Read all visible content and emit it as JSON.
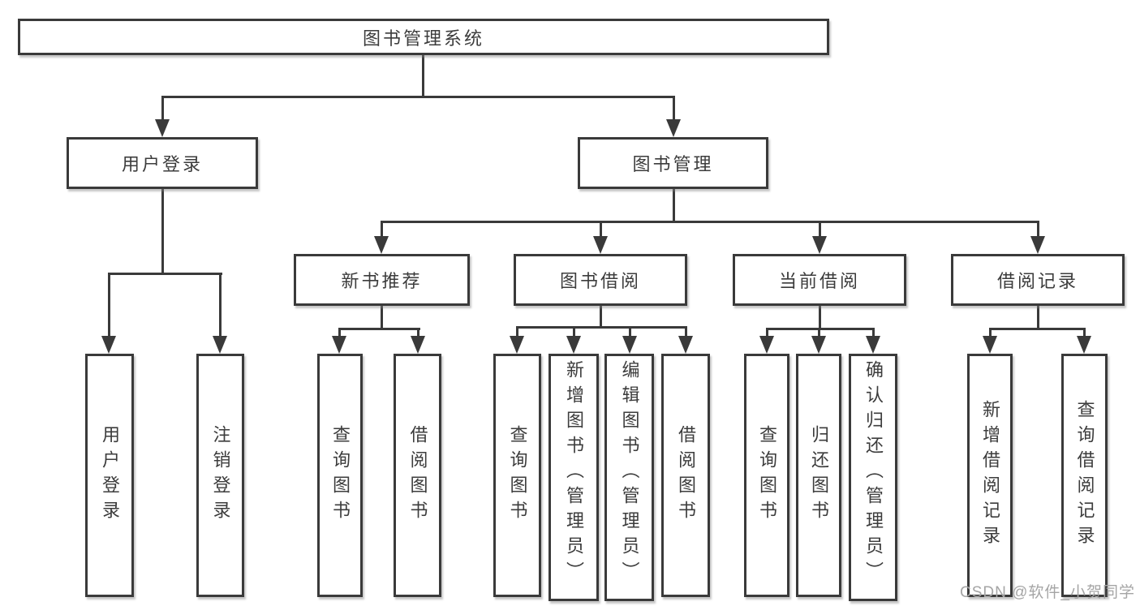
{
  "diagram": {
    "type": "hierarchy",
    "nodes": {
      "root": "图书管理系统",
      "user_login": "用户登录",
      "book_mgmt": "图书管理",
      "login": "用户登录",
      "logout": "注销登录",
      "new_books": "新书推荐",
      "nb_query": "查询图书",
      "nb_borrow": "借阅图书",
      "borrowing": "图书借阅",
      "bb_query": "查询图书",
      "bb_add": "新增图书（管理员）",
      "bb_edit": "编辑图书（管理员）",
      "bb_borrow": "借阅图书",
      "current": "当前借阅",
      "cur_query": "查询图书",
      "cur_return": "归还图书",
      "cur_confirm": "确认归还（管理员）",
      "records": "借阅记录",
      "rec_add": "新增借阅记录",
      "rec_query": "查询借阅记录"
    },
    "edges": [
      [
        "root",
        "user_login"
      ],
      [
        "root",
        "book_mgmt"
      ],
      [
        "user_login",
        "login"
      ],
      [
        "user_login",
        "logout"
      ],
      [
        "book_mgmt",
        "new_books"
      ],
      [
        "book_mgmt",
        "borrowing"
      ],
      [
        "book_mgmt",
        "current"
      ],
      [
        "book_mgmt",
        "records"
      ],
      [
        "new_books",
        "nb_query"
      ],
      [
        "new_books",
        "nb_borrow"
      ],
      [
        "borrowing",
        "bb_query"
      ],
      [
        "borrowing",
        "bb_add"
      ],
      [
        "borrowing",
        "bb_edit"
      ],
      [
        "borrowing",
        "bb_borrow"
      ],
      [
        "current",
        "cur_query"
      ],
      [
        "current",
        "cur_return"
      ],
      [
        "current",
        "cur_confirm"
      ],
      [
        "records",
        "rec_add"
      ],
      [
        "records",
        "rec_query"
      ]
    ],
    "colors": {
      "line": "#3a3a3a",
      "text": "#3c3c3c",
      "background": "#ffffff",
      "watermark": "#a5a5a5"
    }
  },
  "watermark": "CSDN @软件_小贺同学"
}
